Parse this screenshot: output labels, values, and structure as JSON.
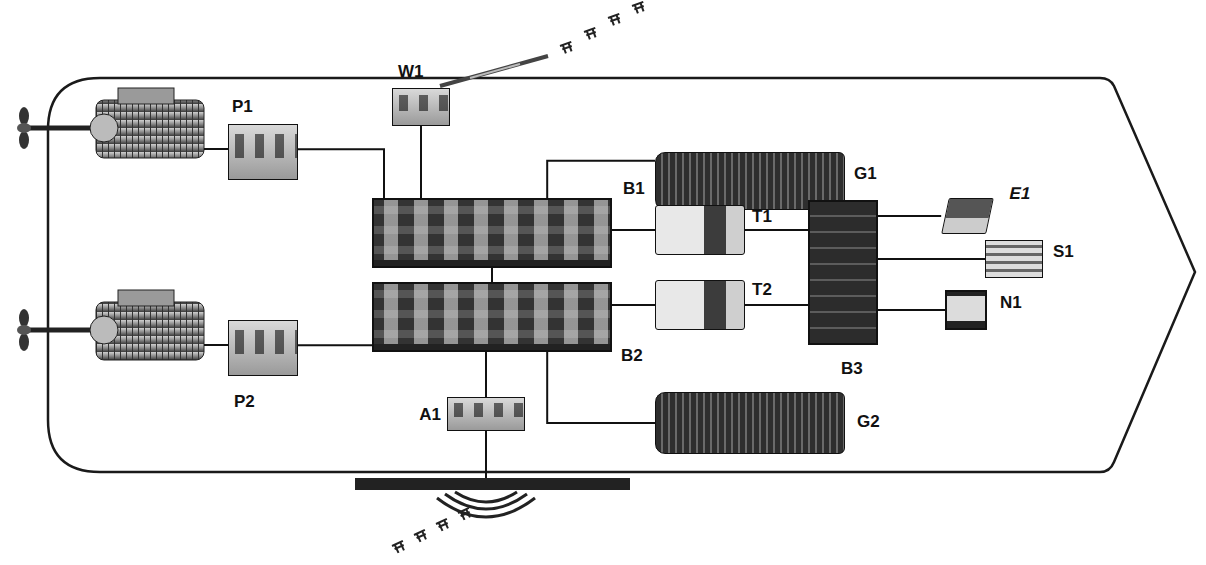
{
  "diagram": {
    "nodes": [
      {
        "text": [
          "W1"
        ]
      },
      {
        "text": [
          "P1"
        ]
      },
      {
        "text": [
          "G1"
        ]
      },
      {
        "text": [
          "B1"
        ]
      },
      {
        "text": [
          "T1"
        ]
      },
      {
        "text": [
          "B3"
        ]
      },
      {
        "text": [
          "E1"
        ]
      },
      {
        "text": [
          "S1"
        ]
      },
      {
        "text": [
          "N1"
        ]
      },
      {
        "text": [
          "T2"
        ]
      },
      {
        "text": [
          "B2"
        ]
      },
      {
        "text": [
          "P2"
        ]
      },
      {
        "text": [
          "G2"
        ]
      },
      {
        "text": [
          "A1"
        ]
      }
    ],
    "edges": [
      {
        "from": 1,
        "to": 3,
        "arrow": "none"
      },
      {
        "from": 0,
        "to": 3,
        "arrow": "none"
      },
      {
        "from": 2,
        "to": 3,
        "arrow": "none"
      },
      {
        "from": 3,
        "to": 4,
        "arrow": "none"
      },
      {
        "from": 3,
        "to": 10,
        "arrow": "none"
      },
      {
        "from": 4,
        "to": 5,
        "arrow": "none"
      },
      {
        "from": 5,
        "to": 6,
        "arrow": "none"
      },
      {
        "from": 5,
        "to": 7,
        "arrow": "none"
      },
      {
        "from": 5,
        "to": 8,
        "arrow": "none"
      },
      {
        "from": 9,
        "to": 5,
        "arrow": "none"
      },
      {
        "from": 10,
        "to": 9,
        "arrow": "none"
      },
      {
        "from": 11,
        "to": 10,
        "arrow": "none"
      },
      {
        "from": 13,
        "to": 10,
        "arrow": "none"
      },
      {
        "from": 10,
        "to": 12,
        "arrow": "none"
      }
    ]
  }
}
